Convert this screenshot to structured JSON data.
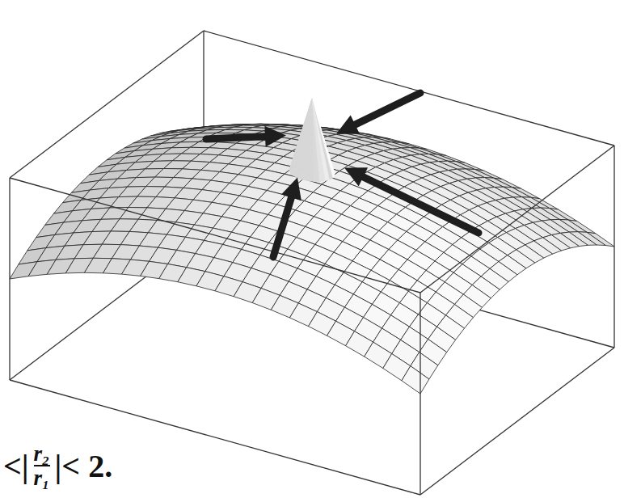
{
  "diagram": {
    "labels": [
      "<|",
      "r₂",
      "r₁",
      "|< 2."
    ]
  }
}
